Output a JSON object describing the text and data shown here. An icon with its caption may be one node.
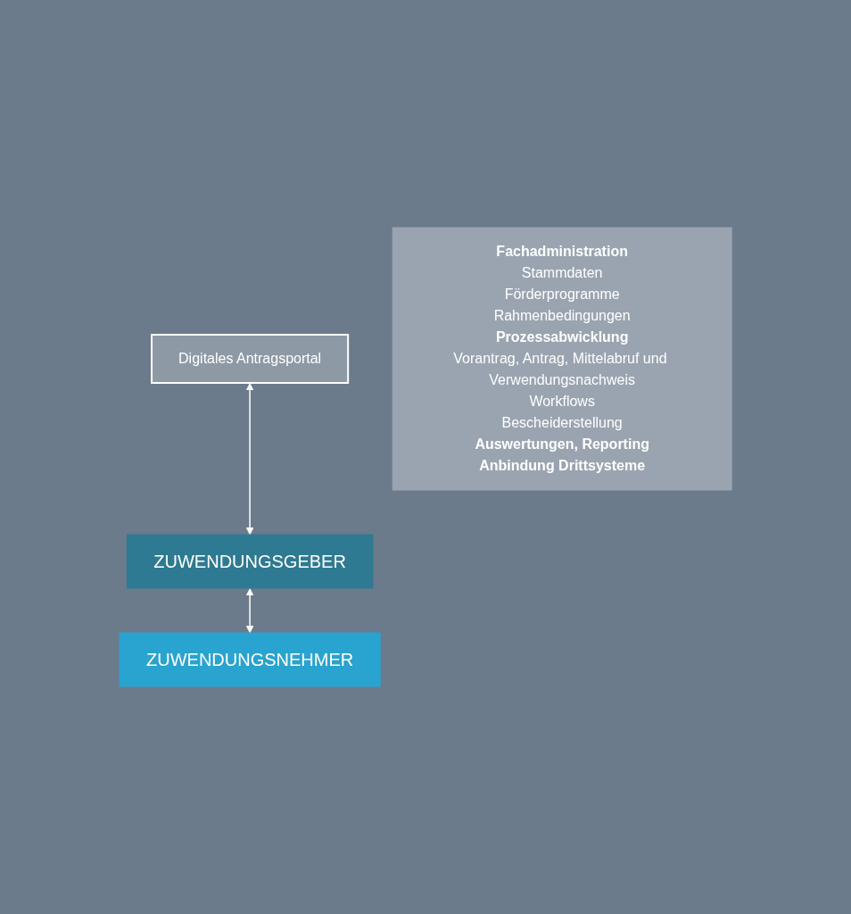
{
  "diagram": {
    "nodes": [
      {
        "text": [
          "Digitales Antragsportal"
        ]
      },
      {
        "text": [
          "ZUWENDUNGSGEBER"
        ]
      },
      {
        "text": [
          "ZUWENDUNGSNEHMER"
        ]
      },
      {
        "text": [
          "Fachadministration",
          "Stammdaten",
          "Förderprogramme",
          "Rahmenbedingungen",
          "Prozessabwicklung",
          "Vorantrag, Antrag, Mittelabruf und Verwendungsnachweis",
          "Workflows",
          "Bescheiderstellung",
          "Auswertungen, Reporting",
          "Anbindung Drittsysteme"
        ]
      }
    ],
    "edges": [
      {
        "from": 0,
        "to": 1,
        "arrow": "both"
      },
      {
        "from": 1,
        "to": 2,
        "arrow": "both"
      }
    ]
  }
}
